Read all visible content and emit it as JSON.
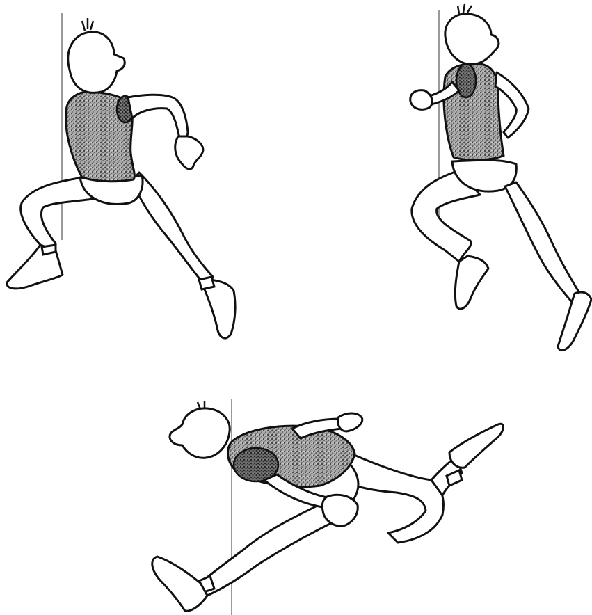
{
  "figures": [
    {
      "name": "runner-approaching-line"
    },
    {
      "name": "runner-upright-at-line"
    },
    {
      "name": "runner-lunging-dip"
    }
  ],
  "colors": {
    "ink": "#111111",
    "shirt_tone": "#8a8a8a",
    "finish_line": "#9a9a9a",
    "background": "#ffffff"
  }
}
